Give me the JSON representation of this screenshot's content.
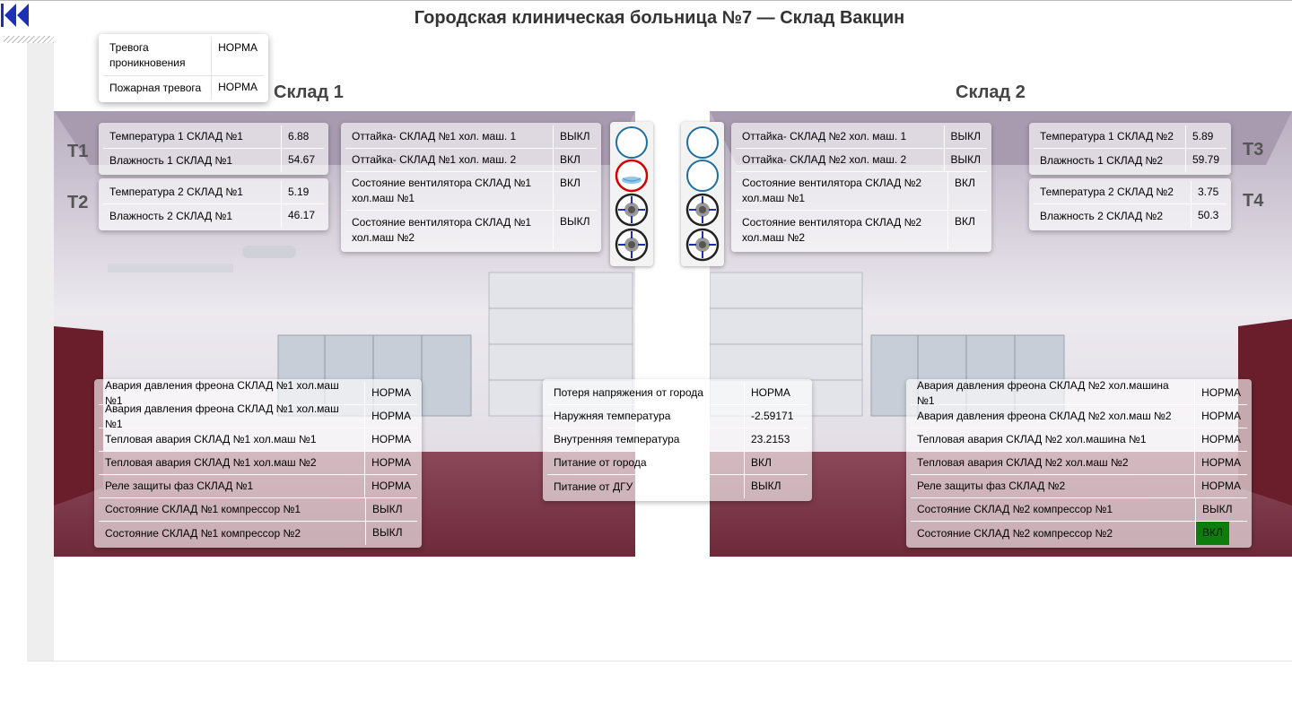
{
  "title": "Городская клиническая больница №7 — Склад Вакцин",
  "warehouse1": {
    "title": "Склад 1",
    "t_labels": [
      "T1",
      "T2"
    ],
    "sensor_group1": [
      {
        "label": "Температура 1 СКЛАД №1",
        "value": "6.88"
      },
      {
        "label": "Влажность 1 СКЛАД №1",
        "value": "54.67"
      }
    ],
    "sensor_group2": [
      {
        "label": "Температура 2 СКЛАД №1",
        "value": "5.19"
      },
      {
        "label": "Влажность 2 СКЛАД №1",
        "value": "46.17"
      }
    ],
    "equipment": [
      {
        "label": "Оттайка- СКЛАД №1 хол. маш. 1",
        "value": "ВЫКЛ"
      },
      {
        "label": "Оттайка- СКЛАД №1 хол. маш. 2",
        "value": "ВКЛ"
      },
      {
        "label": "Состояние вентилятора СКЛАД №1 хол.маш №1",
        "value": "ВКЛ"
      },
      {
        "label": "Состояние вентилятора СКЛАД №1 хол.маш №2",
        "value": "ВЫКЛ"
      }
    ],
    "alarms": [
      {
        "label": "Авария давления фреона СКЛАД №1 хол.маш №1",
        "value": "НОРМА"
      },
      {
        "label": "Авария давления фреона СКЛАД №1 хол.маш №1",
        "value": "НОРМА"
      },
      {
        "label": "Тепловая авария СКЛАД №1 хол.маш №1",
        "value": "НОРМА"
      },
      {
        "label": "Тепловая авария СКЛАД №1 хол.маш №2",
        "value": "НОРМА"
      },
      {
        "label": "Реле защиты фаз СКЛАД №1",
        "value": "НОРМА"
      },
      {
        "label": "Состояние СКЛАД №1 компрессор №1",
        "value": "ВЫКЛ"
      },
      {
        "label": "Состояние СКЛАД №1 компрессор №2",
        "value": "ВЫКЛ"
      }
    ],
    "indicators": [
      "defrost-off-icon",
      "defrost-on-icon",
      "fan-icon",
      "fan-icon"
    ]
  },
  "warehouse2": {
    "title": "Склад 2",
    "t_labels": [
      "T3",
      "T4"
    ],
    "sensor_group1": [
      {
        "label": "Температура 1 СКЛАД №2",
        "value": "5.89"
      },
      {
        "label": "Влажность 1 СКЛАД №2",
        "value": "59.79"
      }
    ],
    "sensor_group2": [
      {
        "label": "Температура 2 СКЛАД №2",
        "value": "3.75"
      },
      {
        "label": "Влажность 2 СКЛАД №2",
        "value": "50.3"
      }
    ],
    "equipment": [
      {
        "label": "Оттайка- СКЛАД №2 хол. маш. 1",
        "value": "ВЫКЛ"
      },
      {
        "label": "Оттайка- СКЛАД №2 хол. маш. 2",
        "value": "ВЫКЛ"
      },
      {
        "label": "Состояние вентилятора СКЛАД №2 хол.маш №1",
        "value": "ВКЛ"
      },
      {
        "label": "Состояние вентилятора СКЛАД №2 хол.маш №2",
        "value": "ВКЛ"
      }
    ],
    "alarms": [
      {
        "label": "Авария давления фреона СКЛАД №2 хол.машина №1",
        "value": "НОРМА"
      },
      {
        "label": "Авария давления фреона СКЛАД №2 хол.маш №2",
        "value": "НОРМА"
      },
      {
        "label": "Тепловая авария СКЛАД №2 хол.машина №1",
        "value": "НОРМА"
      },
      {
        "label": "Тепловая авария СКЛАД №2 хол.маш №2",
        "value": "НОРМА"
      },
      {
        "label": "Реле защиты фаз СКЛАД №2",
        "value": "НОРМА"
      },
      {
        "label": "Состояние СКЛАД №2 компрессор №1",
        "value": "ВЫКЛ"
      },
      {
        "label": "Состояние СКЛАД №2 компрессор №2",
        "value": "ВКЛ"
      }
    ],
    "indicators": [
      "defrost-off-icon",
      "defrost-off-icon",
      "fan-icon",
      "fan-icon"
    ]
  },
  "general_alarms": [
    {
      "label": "Тревога проникновения",
      "value": "НОРМА"
    },
    {
      "label": "Пожарная тревога",
      "value": "НОРМА"
    }
  ],
  "power": [
    {
      "label": "Потеря напряжения от города",
      "value": "НОРМА"
    },
    {
      "label": "Наружняя температура",
      "value": "-2.59171"
    },
    {
      "label": "Внутренняя температура",
      "value": "23.2153"
    },
    {
      "label": "Питание от города",
      "value": "ВКЛ"
    },
    {
      "label": "Питание от ДГУ",
      "value": "ВЫКЛ"
    }
  ],
  "colors": {
    "active_green": "#0e7d0e",
    "alarm_red": "#d40000",
    "indicator_blue": "#1f6f9e"
  }
}
